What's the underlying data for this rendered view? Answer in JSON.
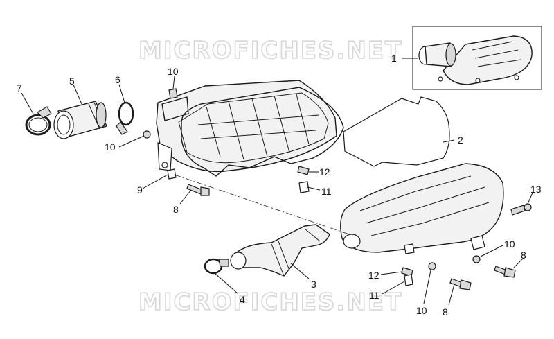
{
  "watermarks": [
    "MICROFICHES.NET",
    "MICROFICHES.NET"
  ],
  "callouts": [
    {
      "id": "c1",
      "label": "1"
    },
    {
      "id": "c2",
      "label": "2"
    },
    {
      "id": "c3",
      "label": "3"
    },
    {
      "id": "c4",
      "label": "4"
    },
    {
      "id": "c5",
      "label": "5"
    },
    {
      "id": "c6",
      "label": "6"
    },
    {
      "id": "c7",
      "label": "7"
    },
    {
      "id": "c8a",
      "label": "8"
    },
    {
      "id": "c8b",
      "label": "8"
    },
    {
      "id": "c8c",
      "label": "8"
    },
    {
      "id": "c9",
      "label": "9"
    },
    {
      "id": "c10a",
      "label": "10"
    },
    {
      "id": "c10b",
      "label": "10"
    },
    {
      "id": "c10c",
      "label": "10"
    },
    {
      "id": "c10d",
      "label": "10"
    },
    {
      "id": "c11a",
      "label": "11"
    },
    {
      "id": "c11b",
      "label": "11"
    },
    {
      "id": "c12a",
      "label": "12"
    },
    {
      "id": "c12b",
      "label": "12"
    },
    {
      "id": "c13",
      "label": "13"
    }
  ]
}
